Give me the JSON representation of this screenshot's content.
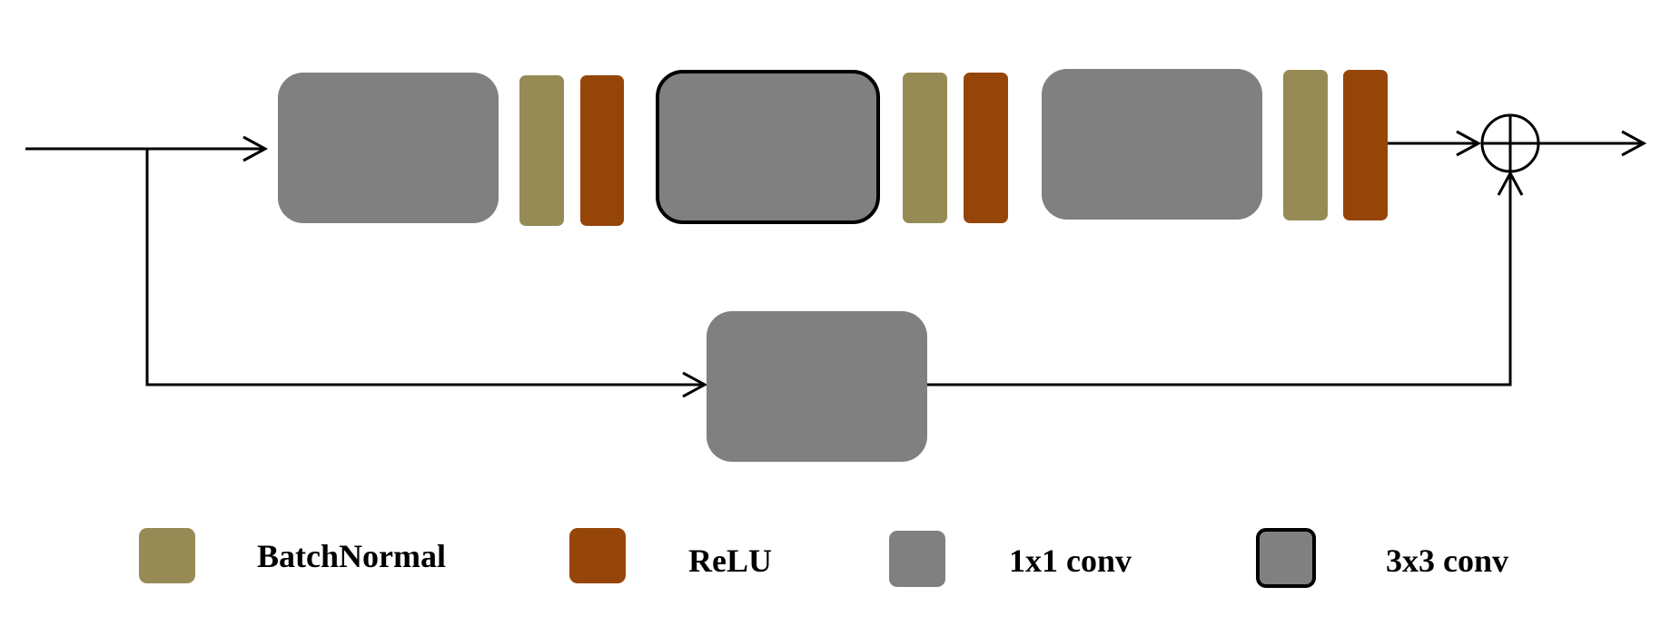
{
  "colors": {
    "batchnorm": "#968b55",
    "relu": "#964509",
    "conv": "#808080",
    "line": "#000000",
    "background": "#ffffff"
  },
  "legend": {
    "batchnorm_label": "BatchNormal",
    "relu_label": "ReLU",
    "conv1x1_label": "1x1 conv",
    "conv3x3_label": "3x3 conv"
  },
  "diagram": {
    "main_path": [
      "1x1 conv",
      "BatchNormal",
      "ReLU",
      "3x3 conv",
      "BatchNormal",
      "ReLU",
      "1x1 conv",
      "BatchNormal",
      "ReLU"
    ],
    "shortcut_path": [
      "1x1 conv"
    ],
    "merge": "add-icon"
  }
}
